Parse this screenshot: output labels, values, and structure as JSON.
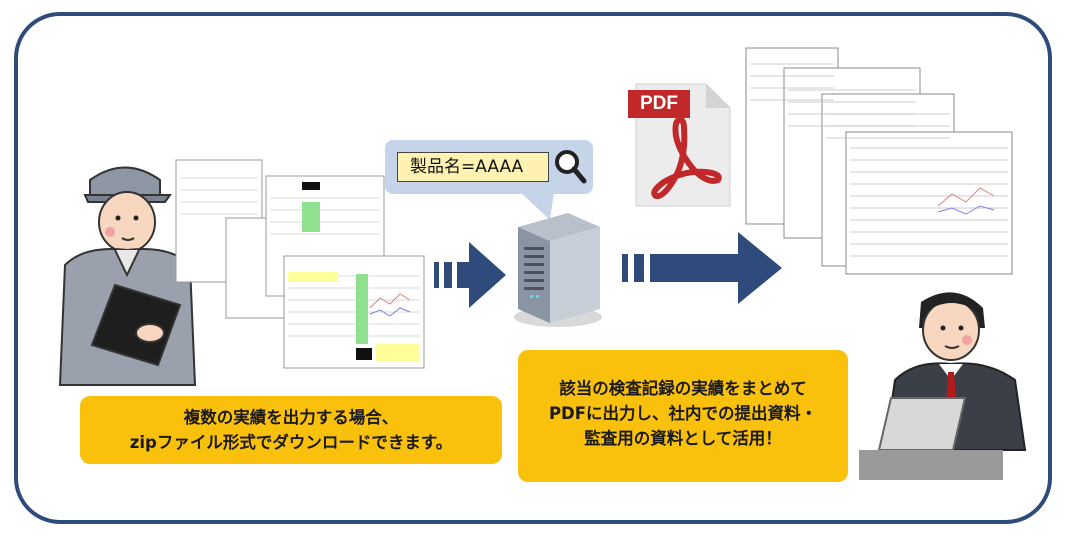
{
  "search": {
    "query": "製品名=AAAA"
  },
  "pdf": {
    "label": "PDF"
  },
  "callout_left": {
    "line1": "複数の実績を出力する場合、",
    "line2": "zipファイル形式でダウンロードできます。"
  },
  "callout_right": {
    "line1": "該当の検査記録の実績をまとめて",
    "line2": "PDFに出力し、社内での提出資料・",
    "line3": "監査用の資料として活用！"
  },
  "colors": {
    "frame": "#2f4b7c",
    "arrow": "#2f4b7c",
    "callout": "#f9c00c",
    "search_bubble": "#c6d4ea",
    "pdf_red": "#c0282a"
  }
}
